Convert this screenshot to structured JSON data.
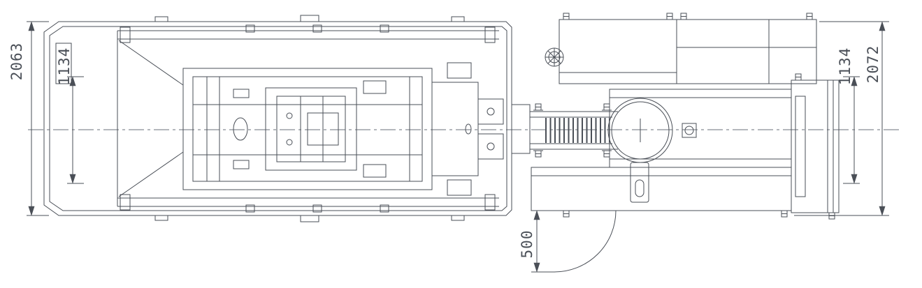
{
  "drawing": {
    "kind": "cad-technical-drawing-top-view",
    "background": "#ffffff",
    "line_color": "#4a4f57",
    "centerline_color": "#6a6f78",
    "dimensions": {
      "left_outer": "2063",
      "left_inner": "1134",
      "right_inner": "1134",
      "right_outer": "2072",
      "swing_radius": "500"
    }
  }
}
